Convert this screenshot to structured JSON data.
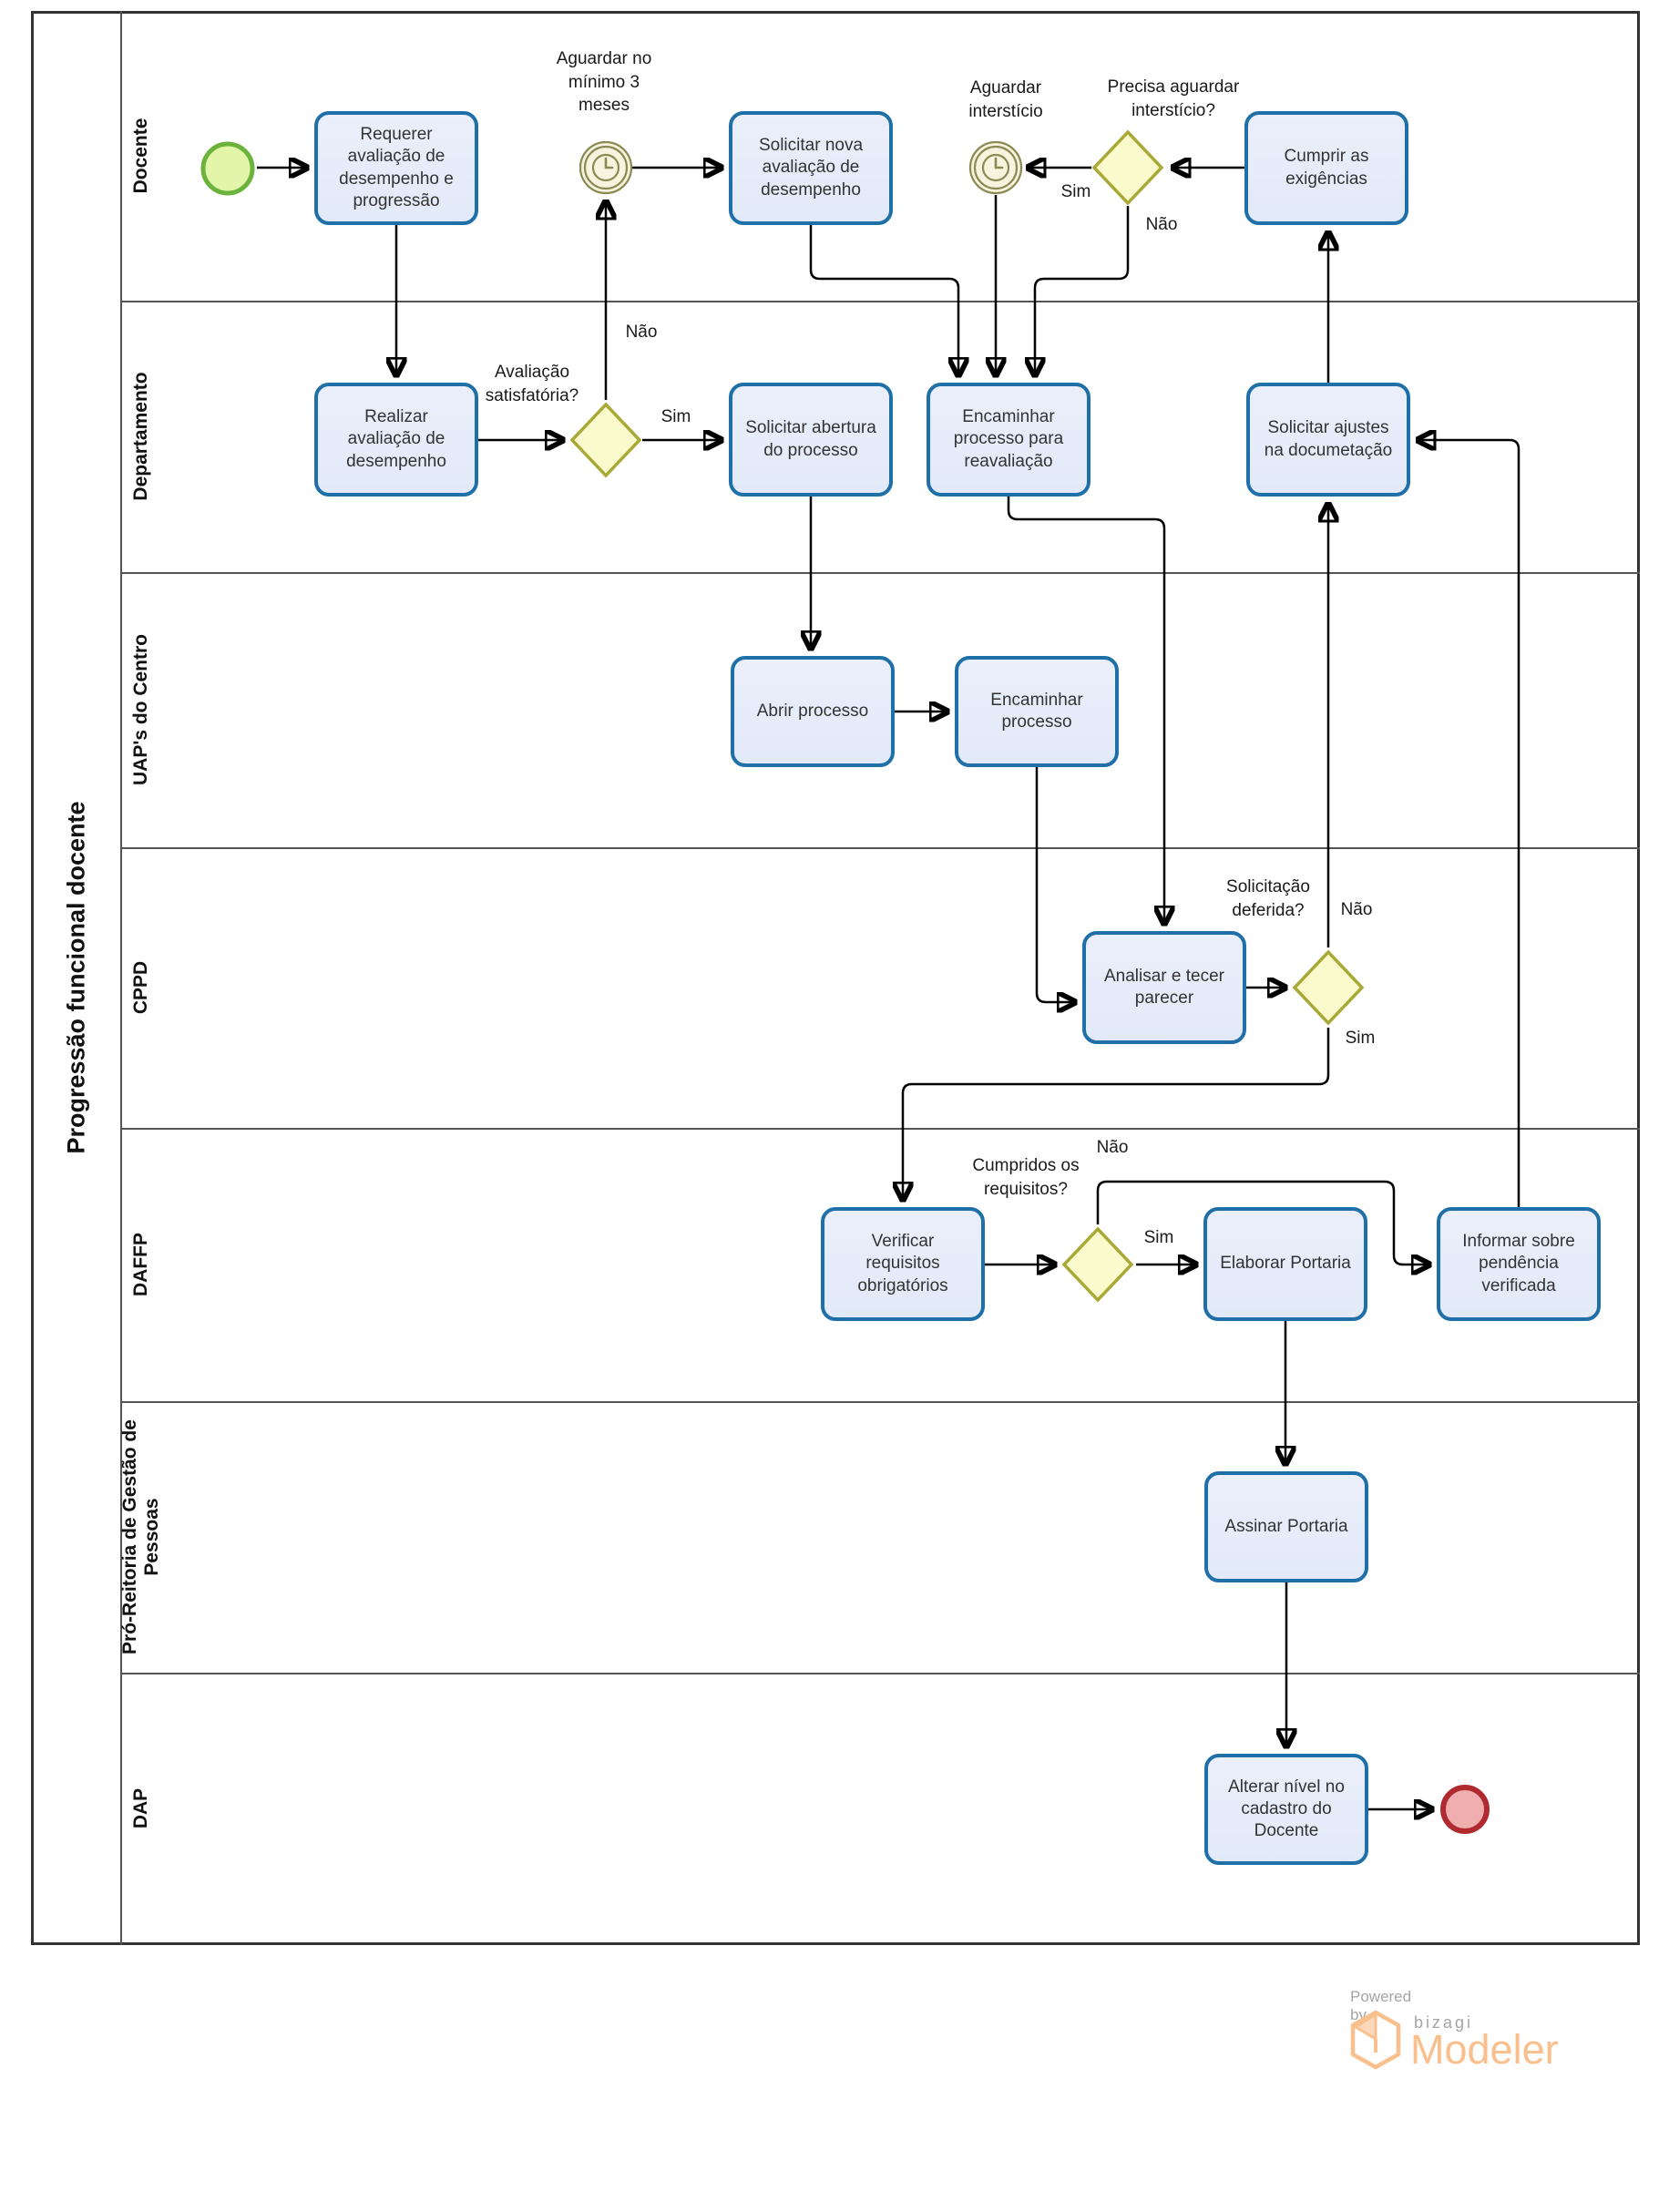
{
  "pool": {
    "title": "Progressão funcional docente",
    "lanes": [
      "Docente",
      "Departamento",
      "UAP's do Centro",
      "CPPD",
      "DAFFP",
      "Pró-Reitoria de Gestão de Pessoas",
      "DAP"
    ]
  },
  "tasks": {
    "t1": "Requerer avaliação de desempenho e progressão",
    "t2": "Solicitar nova avaliação de desempenho",
    "t3": "Cumprir as exigências",
    "t4": "Realizar avaliação de desempenho",
    "t5": "Solicitar abertura do processo",
    "t6": "Encaminhar processo para reavaliação",
    "t7": "Solicitar ajustes na documetação",
    "t8": "Abrir processo",
    "t9": "Encaminhar processo",
    "t10": "Analisar e tecer parecer",
    "t11": "Verificar requisitos obrigatórios",
    "t12": "Elaborar Portaria",
    "t13": "Informar sobre pendência verificada",
    "t14": "Assinar Portaria",
    "t15": "Alterar nível no cadastro do Docente"
  },
  "events": {
    "timer1_label": "Aguardar no mínimo 3 meses",
    "timer2_label": "Aguardar interstício"
  },
  "gateways": {
    "g1": {
      "question": "Avaliação satisfatória?",
      "yes": "Sim",
      "no": "Não"
    },
    "g2": {
      "question": "Precisa aguardar interstício?",
      "yes": "Sim",
      "no": "Não"
    },
    "g3": {
      "question": "Solicitação deferida?",
      "yes": "Sim",
      "no": "Não"
    },
    "g4": {
      "question": "Cumpridos os requisitos?",
      "yes": "Sim",
      "no": "Não"
    }
  },
  "footer": {
    "powered_by": "Powered by",
    "brand": "bizagi",
    "product": "Modeler"
  },
  "colors": {
    "task_border": "#1F6FA8",
    "task_fill": "#EBEFFB",
    "gateway_border": "#A9A937",
    "gateway_fill": "#FBFACD",
    "timer_color": "#8A8A52",
    "start_border": "#6CB33E",
    "start_fill": "#E3F5A8",
    "end_border": "#AF2B30",
    "end_fill": "#F0AEAE",
    "brand_peach": "#F9C08D",
    "brand_gray": "#A5A5A5"
  }
}
